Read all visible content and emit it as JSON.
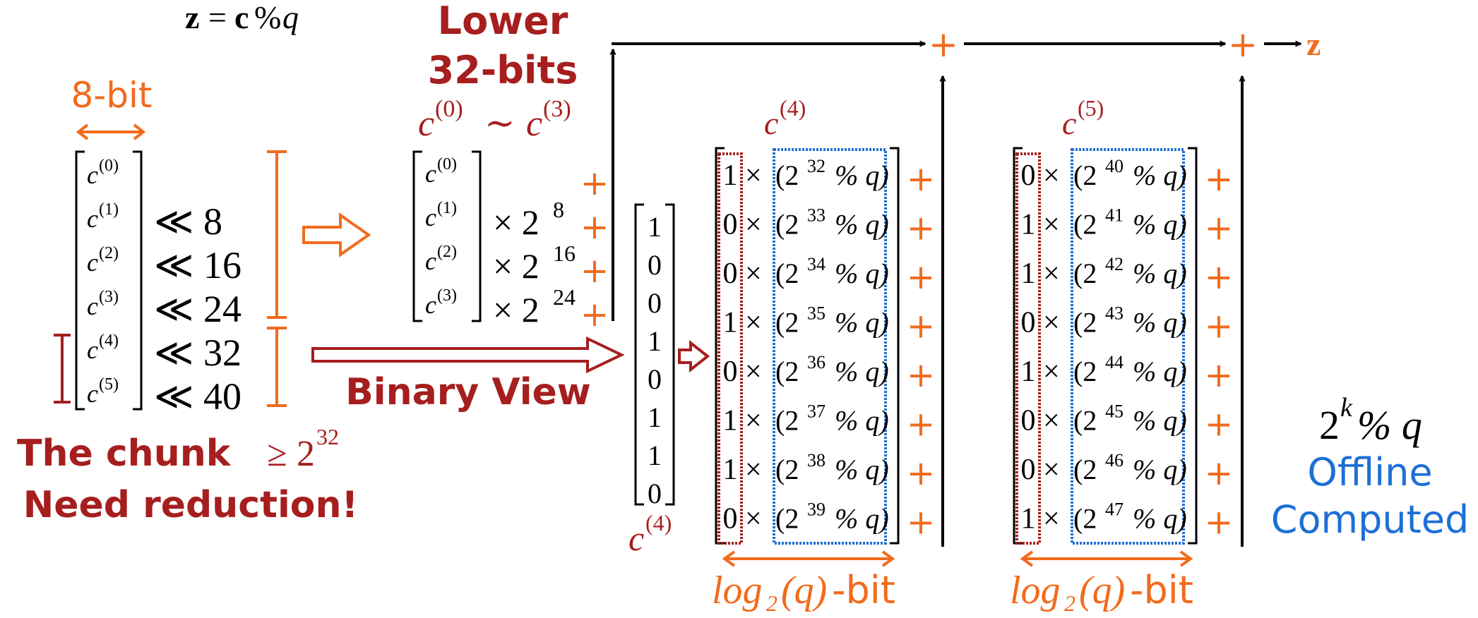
{
  "colors": {
    "orange": "#f26b1d",
    "darkred": "#a61e1e",
    "blue": "#1d6fd6",
    "black": "#000000"
  },
  "formula": {
    "lhs": "z",
    "eq": "=",
    "c": "c",
    "op": "%",
    "q": "q"
  },
  "chunk_width_label": "8-bit",
  "input_vector": {
    "rows": [
      {
        "sup": "(0)",
        "shift": ""
      },
      {
        "sup": "(1)",
        "shift": "≪ 8"
      },
      {
        "sup": "(2)",
        "shift": "≪ 16"
      },
      {
        "sup": "(3)",
        "shift": "≪ 24"
      },
      {
        "sup": "(4)",
        "shift": "≪ 32"
      },
      {
        "sup": "(5)",
        "shift": "≪ 40"
      }
    ]
  },
  "chunk_note": {
    "line1_text": "The chunk",
    "ge": "≥",
    "base": "2",
    "exp": "32",
    "line2": "Need reduction!"
  },
  "lower": {
    "title_line1": "Lower",
    "title_line2": "32-bits",
    "range": {
      "c1": "c",
      "sup1": "(0)",
      "tilde": "∼",
      "c2": "c",
      "sup2": "(3)"
    },
    "rows": [
      {
        "sup": "(0)",
        "mult": ""
      },
      {
        "sup": "(1)",
        "mult": "× 2",
        "exp": "8"
      },
      {
        "sup": "(2)",
        "mult": "× 2",
        "exp": "16"
      },
      {
        "sup": "(3)",
        "mult": "× 2",
        "exp": "24"
      }
    ]
  },
  "binary_view_label": "Binary View",
  "binary_vector": {
    "bits": [
      "1",
      "0",
      "0",
      "1",
      "0",
      "1",
      "1",
      "0"
    ],
    "label": "c",
    "label_sup": "(4)"
  },
  "block4": {
    "header": "c",
    "header_sup": "(4)",
    "bits": [
      "1",
      "0",
      "0",
      "1",
      "0",
      "1",
      "1",
      "0"
    ],
    "exps": [
      "32",
      "33",
      "34",
      "35",
      "36",
      "37",
      "38",
      "39"
    ],
    "bit_label_prefix": "log",
    "bit_label_sub": "2",
    "bit_label_arg": "(q)",
    "bit_label_suffix": "-bit"
  },
  "block5": {
    "header": "c",
    "header_sup": "(5)",
    "bits": [
      "0",
      "1",
      "1",
      "0",
      "1",
      "0",
      "0",
      "1"
    ],
    "exps": [
      "40",
      "41",
      "42",
      "43",
      "44",
      "45",
      "46",
      "47"
    ],
    "bit_label_prefix": "log",
    "bit_label_sub": "2",
    "bit_label_arg": "(q)",
    "bit_label_suffix": "-bit"
  },
  "term": {
    "times": "×",
    "open": "(2",
    "pct": "% q)",
    "plus": "+"
  },
  "output_label": "z",
  "offline": {
    "base": "2",
    "exp": "k",
    "rest": "% q",
    "line1": "Offline",
    "line2": "Computed"
  }
}
